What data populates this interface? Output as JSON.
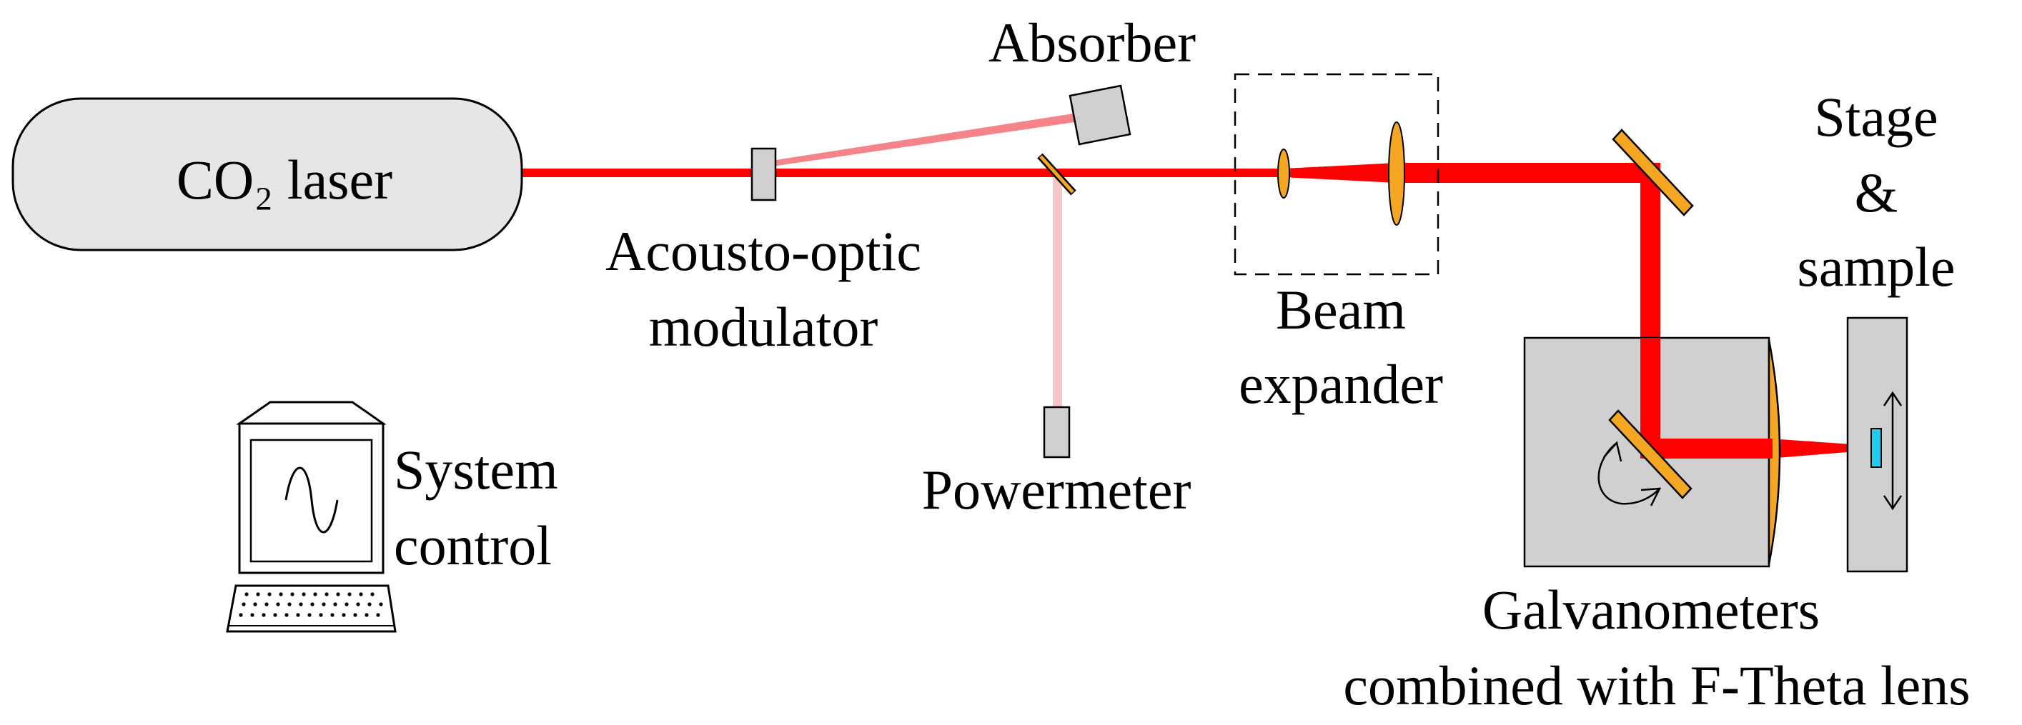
{
  "labels": {
    "laser": "CO₂ laser",
    "absorber": "Absorber",
    "aom_line1": "Acousto-optic",
    "aom_line2": "modulator",
    "expander_line1": "Beam",
    "expander_line2": "expander",
    "stage_line1": "Stage",
    "stage_line2": "&",
    "stage_line3": "sample",
    "powermeter": "Powermeter",
    "system_line1": "System",
    "system_line2": "control",
    "galvo_line1": "Galvanometers",
    "galvo_line2": "combined with F-Theta lens"
  },
  "colors": {
    "beam": "#ff0000",
    "deflected_beam": "#f5838a",
    "powermeter_beam": "#f8c6c9",
    "component_fill": "#d0d0d0",
    "laser_fill": "#e6e6e6",
    "optic_fill": "#f5a623",
    "sample_fill": "#22ccee"
  },
  "icons": [
    "monitor-icon",
    "sine-wave-icon",
    "keyboard-icon",
    "rotation-arrow-icon",
    "double-arrow-icon"
  ]
}
